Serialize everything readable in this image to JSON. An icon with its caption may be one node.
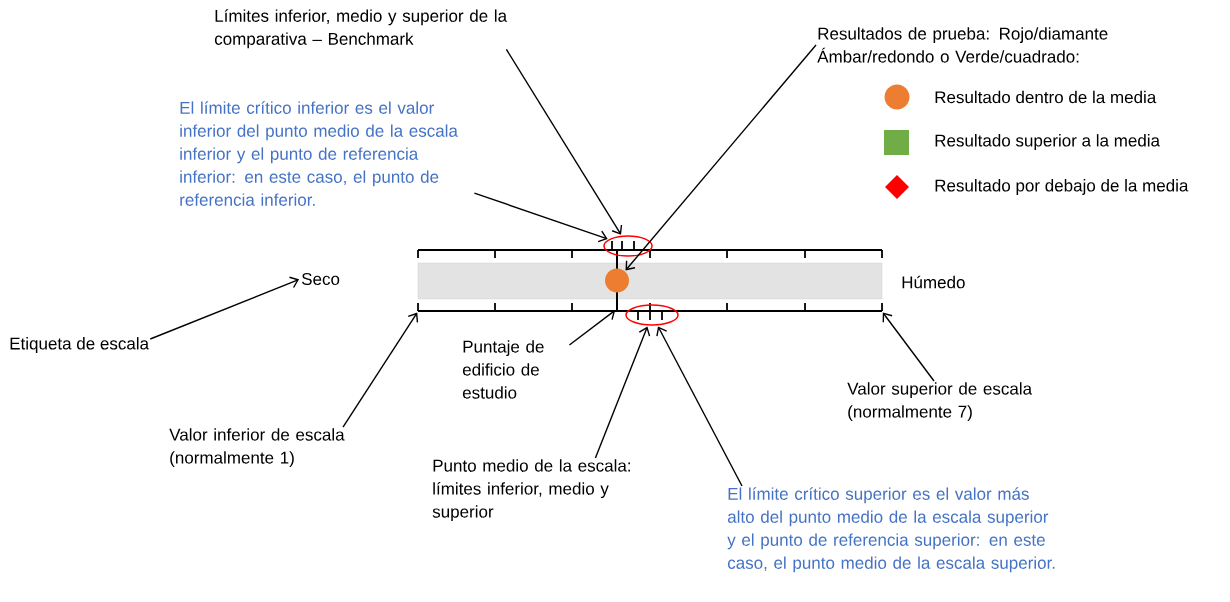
{
  "diagram": {
    "nodes": [
      {
        "text": [
          "Límites inferior, medio y superior de la comparativa – Benchmark"
        ]
      },
      {
        "text": [
          "Resultados de prueba: Rojo/diamante Ámbar/redondo o Verde/cuadrado:"
        ]
      },
      {
        "text": [
          "El límite crítico inferior es el valor inferior del punto medio de la escala inferior y el punto de referencia inferior: en este caso, el punto de referencia inferior."
        ]
      },
      {
        "text": [],
        "shape": "bar"
      },
      {
        "text": [],
        "shape": "ellipse"
      },
      {
        "text": [
          "Seco"
        ]
      },
      {
        "text": [],
        "shape": "circle",
        "in": 3
      },
      {
        "text": [
          "Húmedo"
        ]
      },
      {
        "text": [
          "Etiqueta de escala"
        ]
      },
      {
        "text": [
          "Puntaje de edificio de estudio"
        ]
      },
      {
        "text": [],
        "shape": "ellipse"
      },
      {
        "text": [
          "Valor superior de escala (normalmente 7)"
        ]
      },
      {
        "text": [
          "Valor inferior de escala (normalmente 1)"
        ]
      },
      {
        "text": [
          "Punto medio de la escala: límites inferior, medio y superior"
        ]
      },
      {
        "text": [
          "El límite crítico superior es el valor más alto del punto medio de la escala superior y el punto de referencia superior: en este caso, el punto medio de la escala superior."
        ]
      }
    ],
    "edges": [
      {
        "from": 0,
        "to": 4,
        "arrow": "to"
      },
      {
        "from": 1,
        "to": 6,
        "arrow": "to"
      },
      {
        "from": 2,
        "to": 4,
        "arrow": "to"
      },
      {
        "from": 8,
        "to": 5,
        "arrow": "to"
      },
      {
        "from": 9,
        "to": 3,
        "arrow": "to"
      },
      {
        "from": 12,
        "to": 3,
        "arrow": "to"
      },
      {
        "from": 13,
        "to": 10,
        "arrow": "to"
      },
      {
        "from": 11,
        "to": 3,
        "arrow": "to"
      },
      {
        "from": 14,
        "to": 10,
        "arrow": "to"
      }
    ],
    "legend": [
      {
        "text": "Resultado dentro de la media",
        "color": "#ed7d31"
      },
      {
        "text": "Resultado superior a la media",
        "color": "#70ad47"
      },
      {
        "text": "Resultado por debajo de la media",
        "color": "#ff0000"
      }
    ]
  }
}
